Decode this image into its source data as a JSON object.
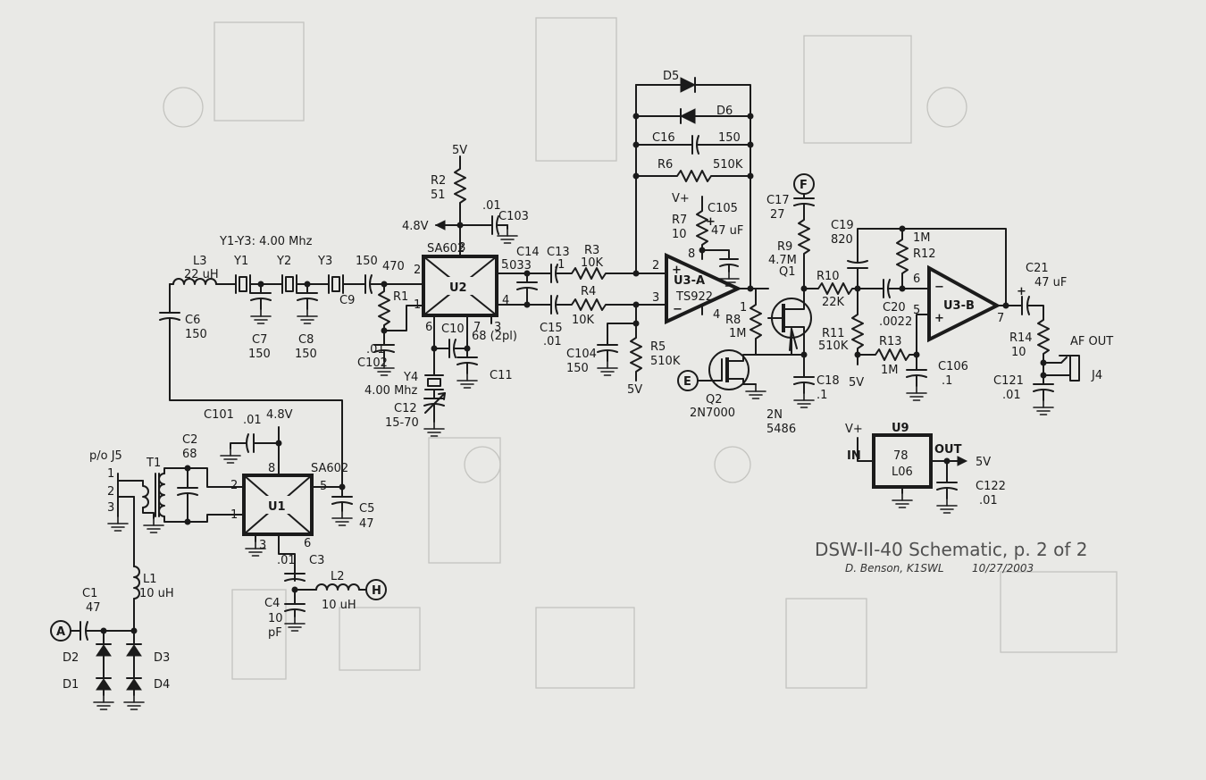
{
  "title": "DSW-II-40 Schematic, p. 2 of 2",
  "author": "D. Benson, K1SWL",
  "date": "10/27/2003",
  "ics": [
    {
      "ref": "U1",
      "part": "SA602",
      "pins": [
        "8",
        "2",
        "1",
        "3",
        "6",
        "5"
      ]
    },
    {
      "ref": "U2",
      "part": "SA602",
      "pins": [
        "8",
        "2",
        "1",
        "6",
        "7",
        "3",
        "5",
        "4"
      ]
    },
    {
      "ref": "U3-A",
      "part": "TS922",
      "pins": [
        "2",
        "3",
        "1",
        "8",
        "4"
      ]
    },
    {
      "ref": "U3-B",
      "pins": [
        "6",
        "5",
        "7"
      ]
    },
    {
      "ref": "U9",
      "part_line1": "78",
      "part_line2": "L06",
      "in": "IN",
      "out": "OUT"
    }
  ],
  "components": {
    "L3": {
      "ref": "L3",
      "value": "22 uH"
    },
    "C6": {
      "ref": "C6",
      "value": "150"
    },
    "xtal_note": "Y1-Y3: 4.00 Mhz",
    "Y1": {
      "ref": "Y1"
    },
    "Y2": {
      "ref": "Y2"
    },
    "Y3": {
      "ref": "Y3"
    },
    "C7": {
      "ref": "C7",
      "value": "150"
    },
    "C8": {
      "ref": "C8",
      "value": "150"
    },
    "C9": {
      "ref": "C9",
      "value": "150"
    },
    "R1": {
      "ref": "R1",
      "value": "470"
    },
    "C102": {
      "ref": "C102",
      "value": ".01"
    },
    "R2": {
      "ref": "R2",
      "value": "51"
    },
    "supply_5v_r2": "5V",
    "u2_bias": "4.8V",
    "C103": {
      "ref": "C103",
      "value": ".01"
    },
    "C14": {
      "ref": "C14",
      "value": ".033"
    },
    "C13": {
      "ref": "C13",
      "value": ".1"
    },
    "C15": {
      "ref": "C15",
      "value": ".01"
    },
    "R3": {
      "ref": "R3",
      "value": "10K"
    },
    "R4": {
      "ref": "R4",
      "value": "10K"
    },
    "R5": {
      "ref": "R5",
      "value": "510K"
    },
    "supply_5v_r5": "5V",
    "C104": {
      "ref": "C104",
      "value": "150"
    },
    "C10": {
      "ref": "C10"
    },
    "C11": {
      "ref": "C11",
      "value": "68 (2pl)"
    },
    "Y4": {
      "ref": "Y4",
      "value": "4.00 Mhz"
    },
    "C12": {
      "ref": "C12",
      "value": "15-70"
    },
    "D5": {
      "ref": "D5"
    },
    "D6": {
      "ref": "D6"
    },
    "C16": {
      "ref": "C16",
      "value": "150"
    },
    "R6": {
      "ref": "R6",
      "value": "510K"
    },
    "vplus_u3": "V+",
    "R7": {
      "ref": "R7",
      "value": "10"
    },
    "C105": {
      "ref": "C105",
      "value": "47 uF"
    },
    "R8": {
      "ref": "R8",
      "value": "1M"
    },
    "C17": {
      "ref": "C17",
      "value": "27"
    },
    "R9": {
      "ref": "R9",
      "value": "4.7M"
    },
    "Q1": {
      "ref": "Q1",
      "part_line1": "2N",
      "part_line2": "5486"
    },
    "Q2": {
      "ref": "Q2",
      "part": "2N7000"
    },
    "C18": {
      "ref": "C18",
      "value": ".1"
    },
    "R10": {
      "ref": "R10",
      "value": "22K"
    },
    "C19": {
      "ref": "C19",
      "value": "820"
    },
    "R12": {
      "ref": "R12",
      "value": "1M"
    },
    "C20": {
      "ref": "C20",
      "value": ".0022"
    },
    "R11": {
      "ref": "R11",
      "value": "510K"
    },
    "R13": {
      "ref": "R13",
      "value": "1M"
    },
    "supply_5v_r11": "5V",
    "C106": {
      "ref": "C106",
      "value": ".1"
    },
    "C21": {
      "ref": "C21",
      "value": "47 uF"
    },
    "R14": {
      "ref": "R14",
      "value": "10"
    },
    "C121": {
      "ref": "C121",
      "value": ".01"
    },
    "af_out": "AF OUT",
    "J4": {
      "ref": "J4"
    },
    "vplus_u9": "V+",
    "out_5v": "5V",
    "C122": {
      "ref": "C122",
      "value": ".01"
    },
    "J5": {
      "ref": "p/o J5",
      "pins": [
        "1",
        "2",
        "3"
      ]
    },
    "T1": {
      "ref": "T1"
    },
    "C2": {
      "ref": "C2",
      "value": "68"
    },
    "C101": {
      "ref": "C101",
      "value": ".01"
    },
    "u1_bias": "4.8V",
    "C5": {
      "ref": "C5",
      "value": "47"
    },
    "C3": {
      "ref": "C3",
      "value": ".01"
    },
    "C4": {
      "ref": "C4",
      "value": "10",
      "unit": "pF"
    },
    "L2": {
      "ref": "L2",
      "value": "10 uH"
    },
    "L1": {
      "ref": "L1",
      "value": "10 uH"
    },
    "C1": {
      "ref": "C1",
      "value": "47"
    },
    "D1": {
      "ref": "D1"
    },
    "D2": {
      "ref": "D2"
    },
    "D3": {
      "ref": "D3"
    },
    "D4": {
      "ref": "D4"
    }
  },
  "connectors": {
    "A": "A",
    "E": "E",
    "F": "F",
    "H": "H"
  }
}
